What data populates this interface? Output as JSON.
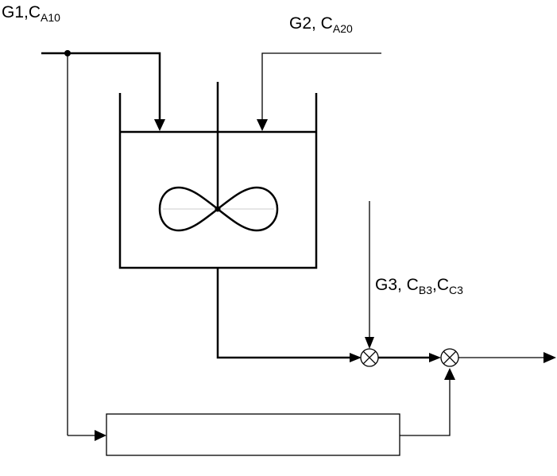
{
  "labels": {
    "g1": {
      "main": "G1,C",
      "sub": "A10"
    },
    "g2": {
      "main": "G2, C",
      "sub": "A20"
    },
    "g3": {
      "main": "G3, C",
      "sub1": "B3",
      "mid": ",C",
      "sub2": "C3"
    }
  },
  "colors": {
    "stroke": "#000000",
    "mixer_fill": "#ffffff"
  },
  "icons": [
    "mixing-junction-icon",
    "impeller-icon",
    "arrow-head-icon"
  ]
}
